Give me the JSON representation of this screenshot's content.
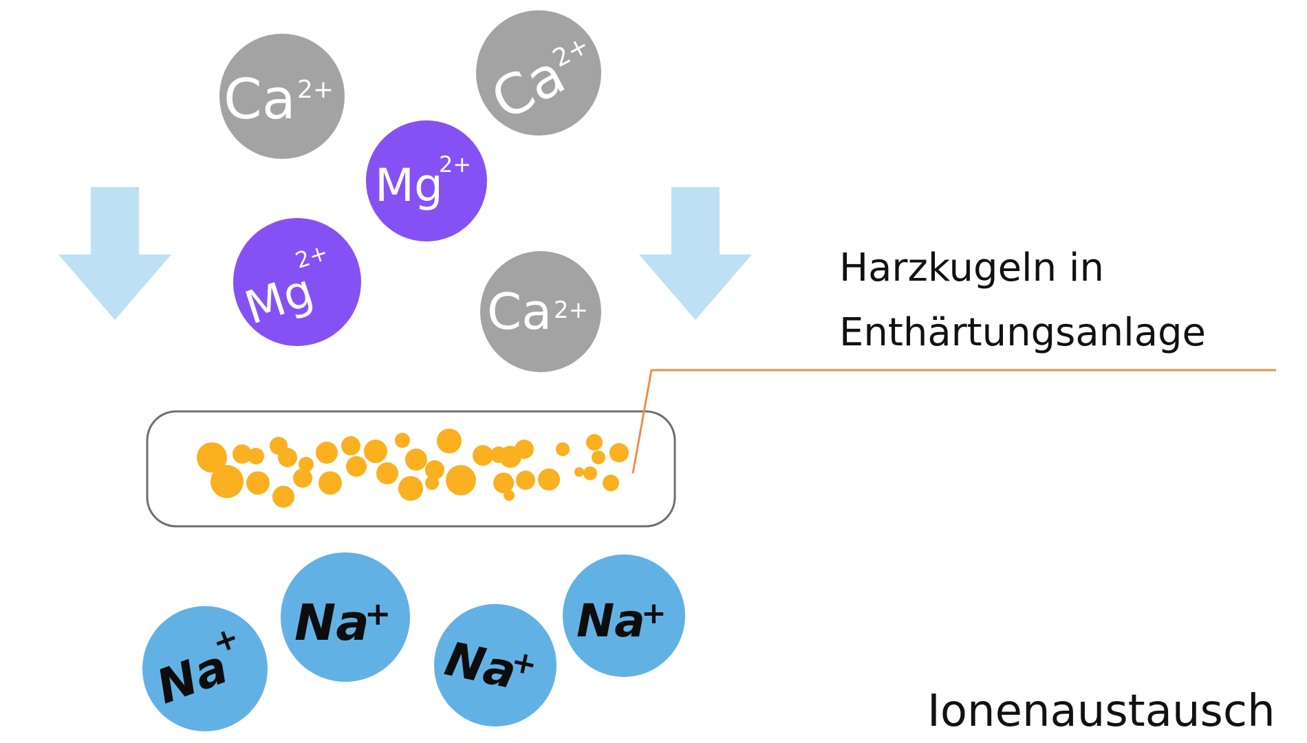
{
  "labels": {
    "resin_line1": "Harzkugeln in",
    "resin_line2": "Enthärtungsanlage",
    "title": "Ionenaustausch"
  },
  "ions": {
    "calcium": {
      "symbol": "Ca",
      "charge": "2+"
    },
    "magnesium": {
      "symbol": "Mg",
      "charge": "2+"
    },
    "sodium": {
      "symbol": "Na",
      "charge": "+"
    }
  },
  "colors": {
    "calcium_fill": "#a3a3a3",
    "magnesium_fill": "#8651f4",
    "sodium_fill": "#62b1e5",
    "arrow_fill": "#bde0f4",
    "resin_bead": "#fbb01f",
    "leader_line": "#f08c46",
    "container_stroke": "#6e6e6e"
  },
  "icons": [
    "down-arrow-icon",
    "down-arrow-icon"
  ]
}
